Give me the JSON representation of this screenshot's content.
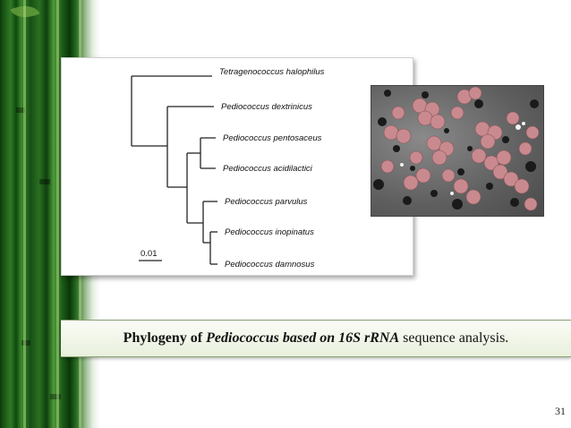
{
  "tree": {
    "taxa": [
      "Tetragenococcus halophilus",
      "Pediococcus dextrinicus",
      "Pediococcus pentosaceus",
      "Pediococcus acidilactici",
      "Pediococcus parvulus",
      "Pediococcus inopinatus",
      "Pediococcus damnosus"
    ],
    "scale_bar_label": "0.01"
  },
  "caption": {
    "part1": "Phylogeny of ",
    "part2": "Pediococcus based on 16S rRNA",
    "part3": " sequence analysis."
  },
  "page_number": "31",
  "colors": {
    "sidebar_green": "#1f5e1a",
    "caption_band": "#e8f0dc",
    "cell_pink": "#c98a8f"
  }
}
